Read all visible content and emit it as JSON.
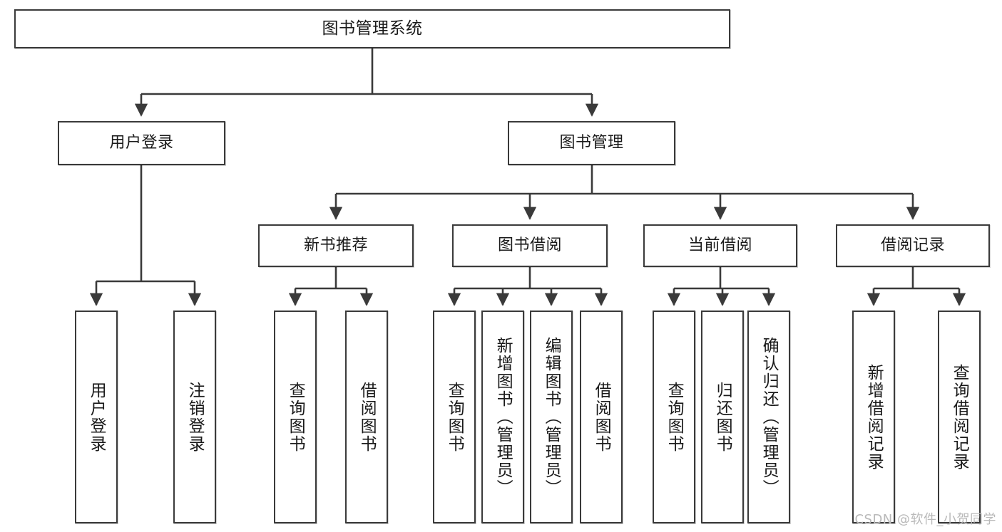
{
  "diagram": {
    "type": "tree",
    "title": "图书管理系统",
    "root": {
      "label": "图书管理系统"
    },
    "level2": [
      {
        "label": "用户登录"
      },
      {
        "label": "图书管理"
      }
    ],
    "level3": [
      {
        "label": "新书推荐"
      },
      {
        "label": "图书借阅"
      },
      {
        "label": "当前借阅"
      },
      {
        "label": "借阅记录"
      }
    ],
    "leaves": {
      "user_login": [
        {
          "label": "用户登录"
        },
        {
          "label": "注销登录"
        }
      ],
      "new_book_recommend": [
        {
          "label": "查询图书"
        },
        {
          "label": "借阅图书"
        }
      ],
      "book_borrow": [
        {
          "label": "查询图书"
        },
        {
          "label": "新增图书（管理员）"
        },
        {
          "label": "编辑图书（管理员）"
        },
        {
          "label": "借阅图书"
        }
      ],
      "current_borrow": [
        {
          "label": "查询图书"
        },
        {
          "label": "归还图书"
        },
        {
          "label": "确认归还（管理员）"
        }
      ],
      "borrow_record": [
        {
          "label": "新增借阅记录"
        },
        {
          "label": "查询借阅记录"
        }
      ]
    },
    "colors": {
      "stroke": "#3a3a3a",
      "fill": "#ffffff",
      "text": "#1a1a1a",
      "watermark": "#b9b9b9"
    }
  },
  "watermark": {
    "text": "CSDN @软件_小贺同学"
  }
}
